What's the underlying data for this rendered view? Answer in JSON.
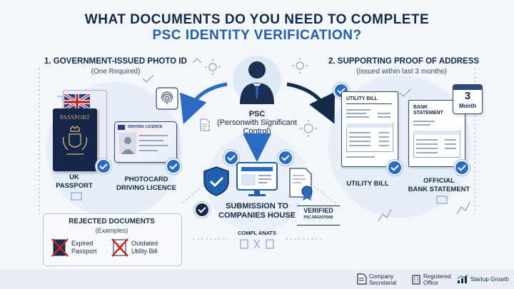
{
  "title_line1": "WHAT DOCUMENTS DO YOU NEED TO COMPLETE",
  "title_line2": "PSC IDENTITY VERIFICATION?",
  "section1": {
    "title": "1. GOVERNMENT-ISSUED PHOTO ID",
    "subtitle": "(One Required)"
  },
  "section2": {
    "title": "2. SUPPORTING PROOF OF ADDRESS",
    "subtitle": "(Issued within last 3 months)"
  },
  "passport": {
    "cover_text": "PASSPORT",
    "label_line1": "UK",
    "label_line2": "PASSPORT"
  },
  "licence": {
    "card_text": "DRIVING LICENCE",
    "label_line1": "PHOTOCARD",
    "label_line2": "DRIVING LICENCE"
  },
  "psc": {
    "line1": "PSC",
    "line2": "(Personwith Significant",
    "line3": "Control)"
  },
  "utility": {
    "doc_title": "UTILITY BILL",
    "label": "UTILITY BILL"
  },
  "bank": {
    "doc_title_line1": "BANK",
    "doc_title_line2": "STATEMENT",
    "calendar_num": "3",
    "calendar_unit": "Month",
    "label_line1": "OFFICIAL",
    "label_line2": "BANK STATEMENT"
  },
  "submission": {
    "line1": "SUBMISSION TO",
    "line2": "COMPANIES HOUSE"
  },
  "stamp": {
    "line1": "VERIFIED",
    "line2": "PSC REGISTRAR"
  },
  "compliance": "COMPL ANATS",
  "rejected": {
    "title": "REJECTED DOCUMENTS",
    "subtitle": "(Examples)",
    "items": [
      {
        "line1": "Expired",
        "line2": "Passport"
      },
      {
        "line1": "Outdated",
        "line2": "Utility Bill"
      }
    ]
  },
  "footer": [
    {
      "line1": "Company",
      "line2": "Secretarial",
      "icon": "document-icon"
    },
    {
      "line1": "Registered",
      "line2": "Office",
      "icon": "building-icon"
    },
    {
      "line1": "Startup Growth",
      "line2": "",
      "icon": "growth-chart-icon"
    }
  ],
  "colors": {
    "navy": "#132a4a",
    "accent_blue": "#1f5fae",
    "check_blue": "#2a6cc4",
    "reject_red": "#c62828"
  }
}
